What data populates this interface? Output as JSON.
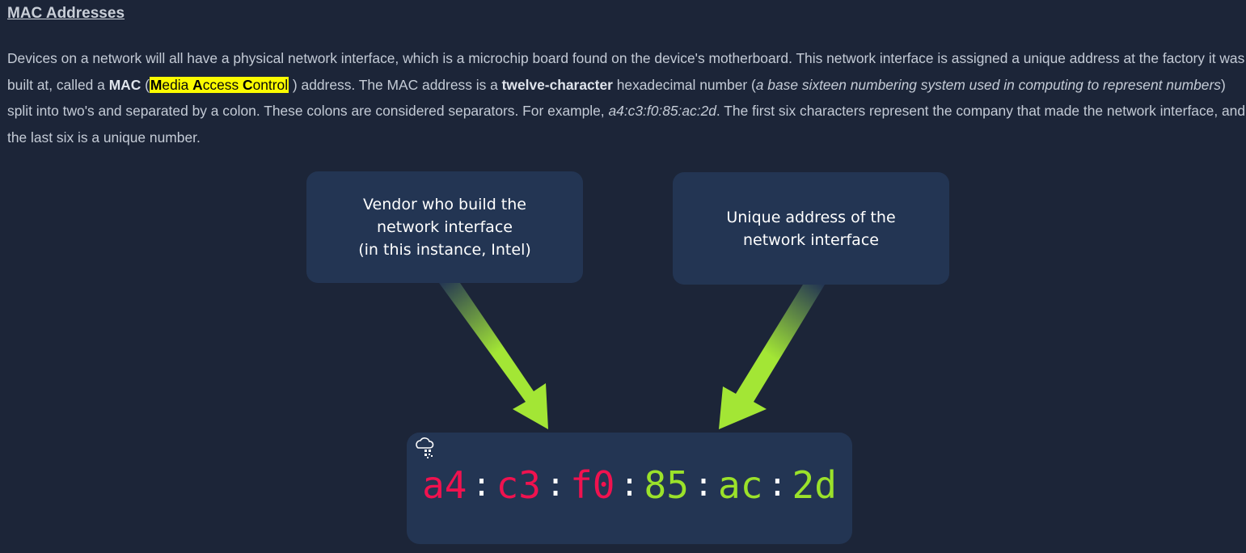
{
  "heading": "MAC Addresses",
  "paragraph": {
    "t1": "Devices on a network will all have a physical network interface, which is a microchip board found on the device's motherboard. This network interface is assigned a unique address at the factory it was built at, called a ",
    "mac": "MAC",
    "paren_open": " (",
    "hl_m": "M",
    "hl_edia": "edia ",
    "hl_a": "A",
    "hl_ccess": "ccess ",
    "hl_c": "C",
    "hl_ontrol": "ontrol",
    "t2": " ) address. The MAC address is a ",
    "twelve": "twelve-character",
    "t3": " hexadecimal number (",
    "italic_def": "a base sixteen numbering system used in computing to represent numbers",
    "t4": ") split into two's and separated by a colon. These colons are considered separators. For example, ",
    "example": "a4:c3:f0:85:ac:2d",
    "t5": ". The first six characters represent the company that made the network interface, and the last six is a unique number."
  },
  "diagram": {
    "vendor_callout": [
      "Vendor who build the",
      "network interface",
      "(in this instance, Intel)"
    ],
    "unique_callout": [
      "Unique address of the",
      "network interface"
    ],
    "mac_vendor": [
      "a4",
      "c3",
      "f0"
    ],
    "mac_unique": [
      "85",
      "ac",
      "2d"
    ],
    "separator": ":",
    "colors": {
      "vendor": "#f0124f",
      "unique": "#9be22a",
      "arrow": "#a3e635",
      "box": "#233553"
    },
    "icon": "cloud-qr-icon"
  }
}
